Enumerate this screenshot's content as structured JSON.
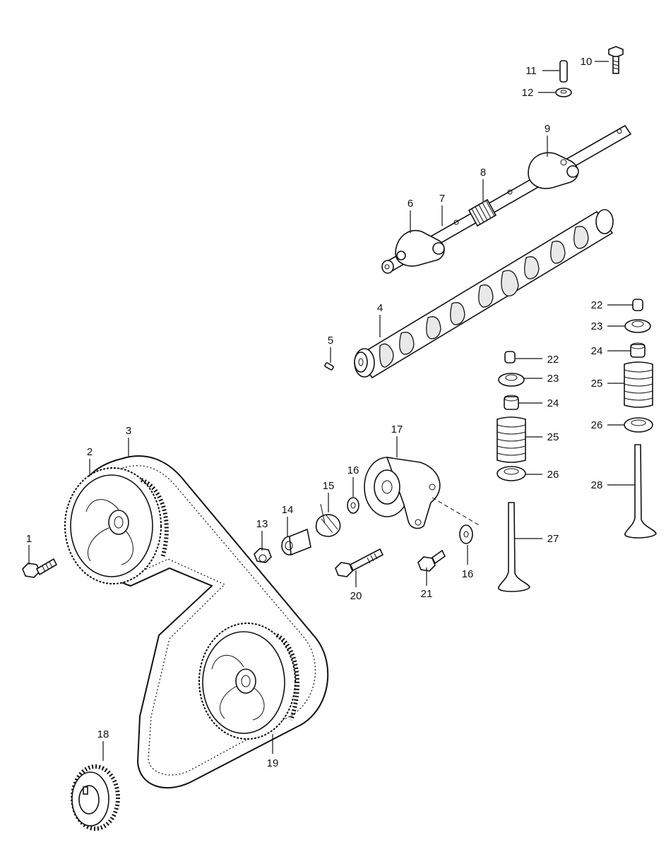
{
  "diagram": {
    "callouts": {
      "c1": "1",
      "c2": "2",
      "c3": "3",
      "c4": "4",
      "c5": "5",
      "c6": "6",
      "c7": "7",
      "c8": "8",
      "c9": "9",
      "c10": "10",
      "c11": "11",
      "c12": "12",
      "c13": "13",
      "c14": "14",
      "c15": "15",
      "c16a": "16",
      "c16b": "16",
      "c17": "17",
      "c18": "18",
      "c19": "19",
      "c20": "20",
      "c21": "21",
      "c22a": "22",
      "c23a": "23",
      "c24a": "24",
      "c25a": "25",
      "c26a": "26",
      "c27": "27",
      "c22b": "22",
      "c23b": "23",
      "c24b": "24",
      "c25b": "25",
      "c26b": "26",
      "c28": "28"
    }
  }
}
